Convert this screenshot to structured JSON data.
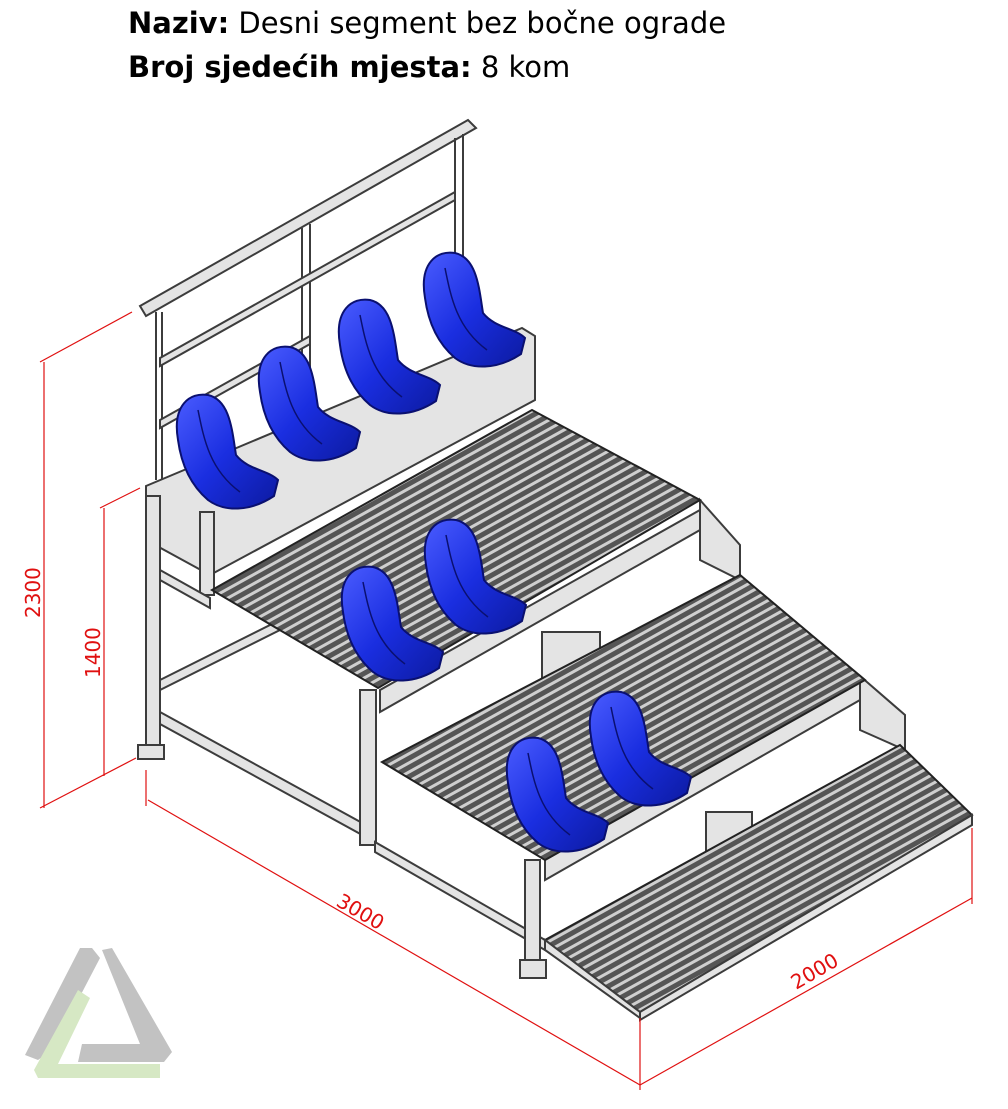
{
  "header": {
    "name_label": "Naziv:",
    "name_value": "Desni segment bez bočne ograde",
    "seats_label": "Broj sjedećih mjesta:",
    "seats_value": "8 kom"
  },
  "dimensions": {
    "total_height": "2300",
    "platform_height": "1400",
    "length": "3000",
    "depth": "2000"
  },
  "colors": {
    "seat": "#1a2ee0",
    "dimension": "#e01010",
    "frame": "#e4e4e4",
    "grating": "#4a4a4a",
    "logo_gray": "#c2c2c2",
    "logo_green": "#d6e8c4"
  }
}
